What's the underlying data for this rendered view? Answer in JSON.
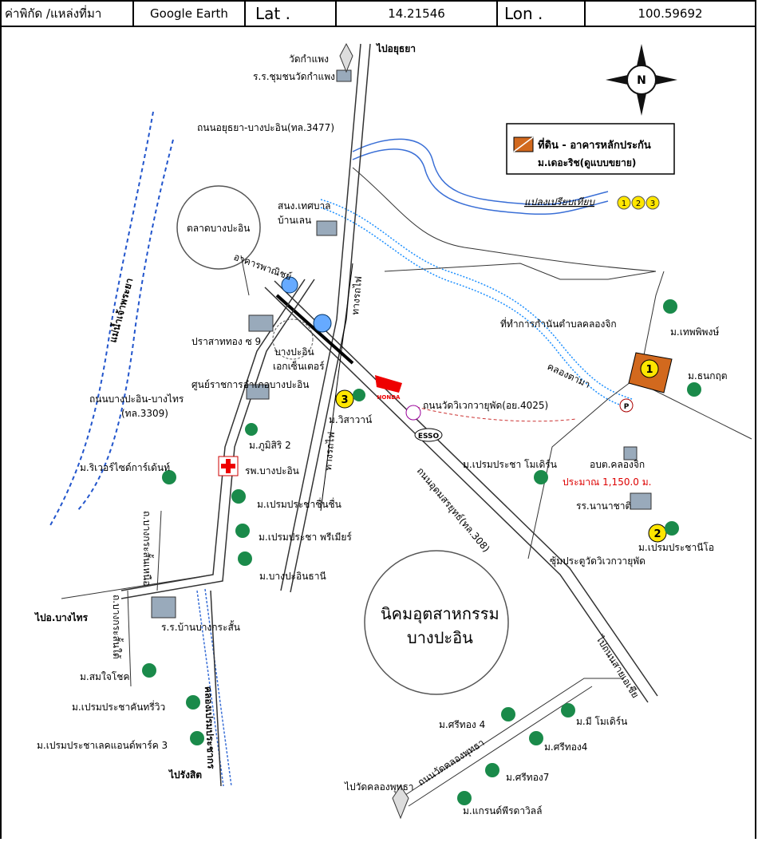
{
  "header": {
    "source_label": "ค่าพิกัด /แหล่งที่มา",
    "source_value": "Google Earth",
    "lat_label": "Lat .",
    "lat_value": "14.21546",
    "lon_label": "Lon .",
    "lon_value": "100.59692"
  },
  "legend": {
    "title": "ที่ดิน - อาคารหลักประกัน",
    "subtitle": "ม.เดอะริช(ดูแบบขยาย)",
    "compare_label": "แปลงเปรียบเทียบ",
    "compare_markers": [
      "1",
      "2",
      "3"
    ],
    "subject_color": "#d2691e"
  },
  "compass": {
    "letter": "N"
  },
  "labels": {
    "to_ayutthaya": "ไปอยุธยา",
    "wat_kamphaeng": "วัดกำแพง",
    "school_kamphaeng": "ร.ร.ชุมชนวัดกำแพง",
    "road_3477": "ถนนอยุธยา-บางปะอิน(ทล.3477)",
    "market": "ตลาดบางปะอิน",
    "municipal_office_1": "สนง.เทศบาล",
    "municipal_office_2": "บ้านเลน",
    "river": "แม่น้ำเจ้าพระยา",
    "railway_1": "ทางรถไฟ",
    "railway_2": "ทางรถไฟ",
    "soi_1": "อาคารพาณิชย์",
    "soi_2": "ปราสาททอง ซ 9",
    "bangpain_center_1": "บางปะอิน",
    "bangpain_center_2": "เอกเซ็นเตอร์",
    "gov_center": "ศูนย์ราชการอำเภอบางปะอิน",
    "road_3309_1": "ถนนบางปะอิน-บางไทร",
    "road_3309_2": "(ทล.3309)",
    "phumisiri": "ม.ภูมิสิริ 2",
    "riverside": "ม.ริเวอร์ไซด์การ์เด้นท์",
    "hospital": "รพ.บางปะอิน",
    "prempracha_chin": "ม.เปรมประชาชื่นชื่น",
    "prempracha_premier": "ม.เปรมประชา พรีเมียร์",
    "bangpain_thani": "ม.บางปะอินธานี",
    "wisawan": "ม.วิสาวาน์",
    "esso": "ESSO",
    "honda": "HONDA",
    "road_4025": "ถนนวัดวิเวกวายุพัด(อย.4025)",
    "road_308": "ถนนอุดมสรยุทธ์(ทล.308)",
    "kamnan_office": "ที่ทำการกำนันตำบลคลองจิก",
    "thepphiphong": "ม.เทพพิพงษ์",
    "thanakrit": "ม.ธนกฤต",
    "canal_tama": "คลองตามา",
    "prempracha_modern": "ม.เปรมประชา โมเดิร์น",
    "tambon_office": "อบต.คลองจิก",
    "distance": "ประมาณ 1,150.0 ม.",
    "nanachart_school": "รร.นานาชาติ",
    "prempracha_neo": "ม.เปรมประชานีโอ",
    "wat_gate": "ซุ้มประตูวัดวิเวกวายุพัด",
    "industrial_1": "นิคมอุตสาหกรรม",
    "industrial_2": "บางปะอิน",
    "to_asia": "ไปถนนสายเอเชีย",
    "to_bangsai": "ไปอ.บางไทร",
    "ban_bangkrasan_school": "ร.ร.บ้านบางกระสั้น",
    "road_bangkrasan_1": "ถ.บางกระสั้นเหนือ",
    "road_bangkrasan_2": "ถ.บางกระสั้นใต้",
    "somjaichok": "ม.สมใจโชค",
    "prempracha_kanthariwiw": "ม.เปรมประชาคันทรี่วิว",
    "prempracha_lake": "ม.เปรมประชาเลคแอนด์พาร์ค 3",
    "canal_premprachakorn": "คลองเปรมประชากร",
    "to_rangsit": "ไปรังสิต",
    "srithong4a": "ม.ศรีทอง 4",
    "mimodern": "ม.มี โมเดิร์น",
    "srithong4b": "ม.ศรีทอง4",
    "srithong7": "ม.ศรีทอง7",
    "grand_prida": "ม.แกรนด์พีรดาวิลล์",
    "to_wat_khlongphuttha": "ไปวัดคลองพุทธา",
    "road_khlongphuttha": "ถนนวัดคลองพุทธา",
    "marker_1": "1",
    "marker_2": "2",
    "marker_3": "3"
  }
}
